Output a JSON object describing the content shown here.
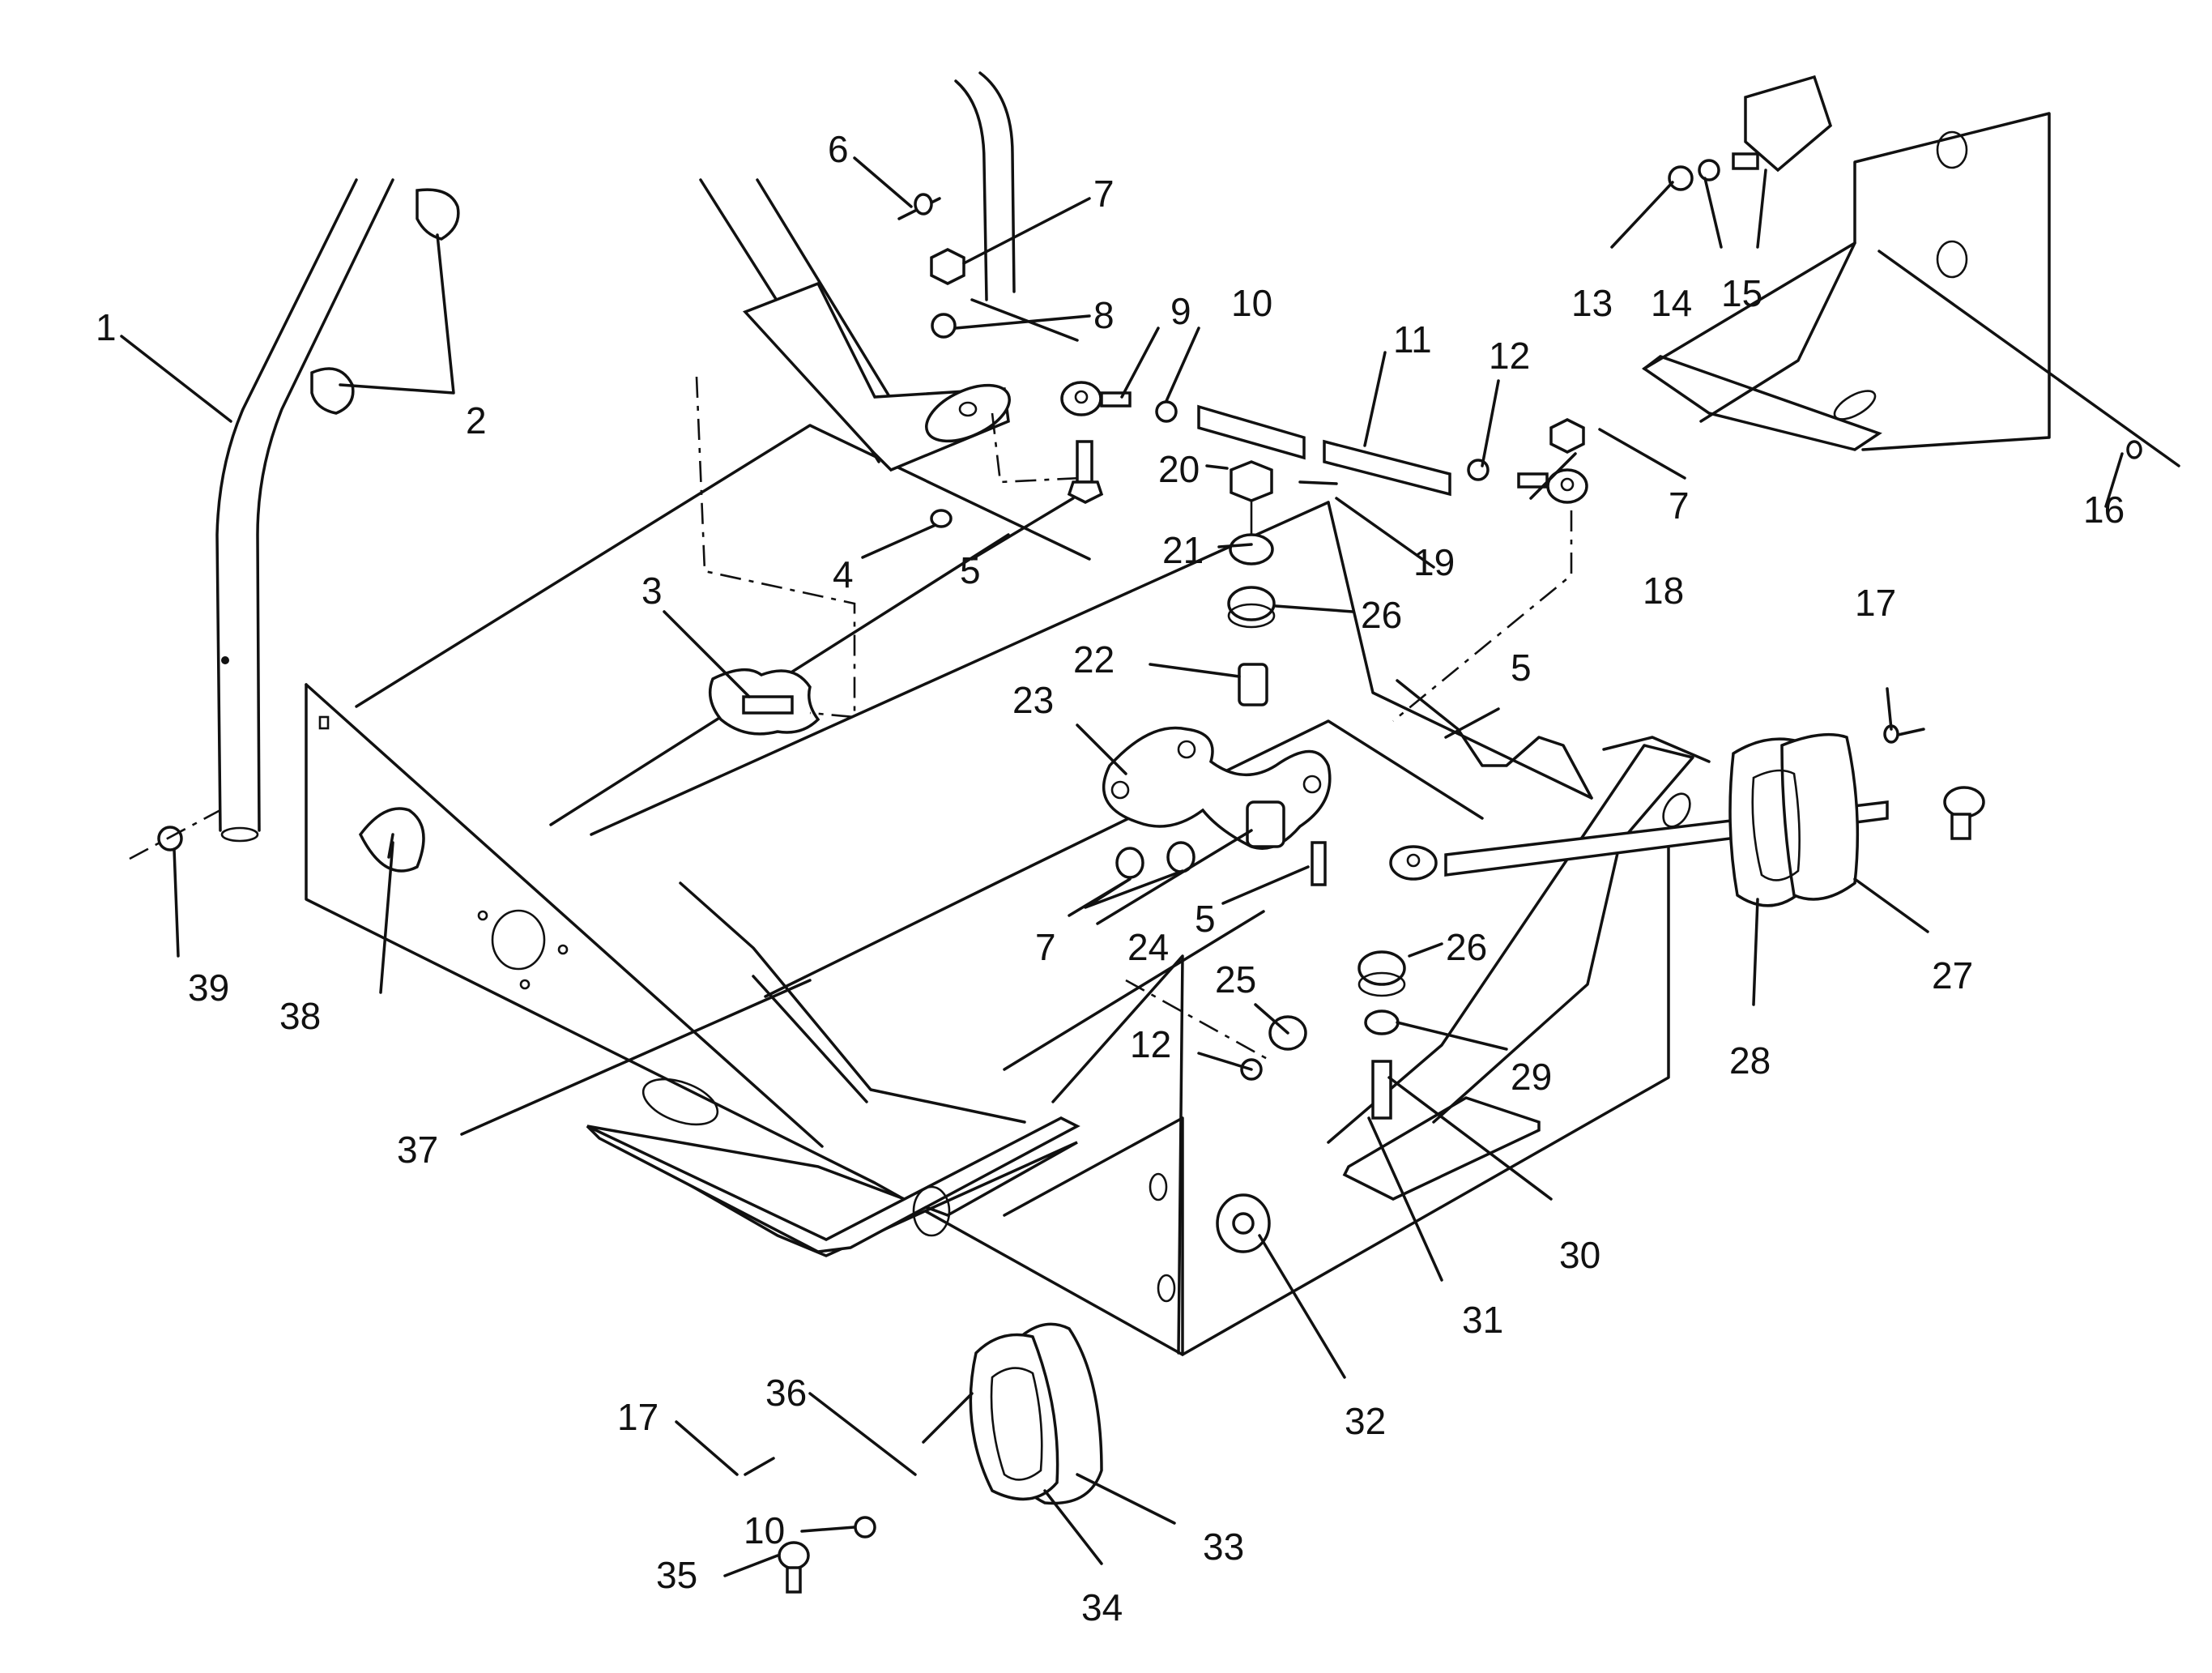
{
  "diagram": {
    "type": "exploded-parts-view",
    "background": "#ffffff",
    "line_color": "#111111",
    "callouts": [
      {
        "id": "c1",
        "label": "1"
      },
      {
        "id": "c2",
        "label": "2"
      },
      {
        "id": "c3",
        "label": "3"
      },
      {
        "id": "c4",
        "label": "4"
      },
      {
        "id": "c5a",
        "label": "5"
      },
      {
        "id": "c5b",
        "label": "5"
      },
      {
        "id": "c5c",
        "label": "5"
      },
      {
        "id": "c6",
        "label": "6"
      },
      {
        "id": "c7a",
        "label": "7"
      },
      {
        "id": "c7b",
        "label": "7"
      },
      {
        "id": "c7c",
        "label": "7"
      },
      {
        "id": "c8",
        "label": "8"
      },
      {
        "id": "c9",
        "label": "9"
      },
      {
        "id": "c10a",
        "label": "10"
      },
      {
        "id": "c10b",
        "label": "10"
      },
      {
        "id": "c11",
        "label": "11"
      },
      {
        "id": "c12a",
        "label": "12"
      },
      {
        "id": "c12b",
        "label": "12"
      },
      {
        "id": "c13",
        "label": "13"
      },
      {
        "id": "c14",
        "label": "14"
      },
      {
        "id": "c15",
        "label": "15"
      },
      {
        "id": "c16",
        "label": "16"
      },
      {
        "id": "c17a",
        "label": "17"
      },
      {
        "id": "c17b",
        "label": "17"
      },
      {
        "id": "c18",
        "label": "18"
      },
      {
        "id": "c19",
        "label": "19"
      },
      {
        "id": "c20",
        "label": "20"
      },
      {
        "id": "c21",
        "label": "21"
      },
      {
        "id": "c22",
        "label": "22"
      },
      {
        "id": "c23",
        "label": "23"
      },
      {
        "id": "c24",
        "label": "24"
      },
      {
        "id": "c25",
        "label": "25"
      },
      {
        "id": "c26a",
        "label": "26"
      },
      {
        "id": "c26b",
        "label": "26"
      },
      {
        "id": "c27",
        "label": "27"
      },
      {
        "id": "c28",
        "label": "28"
      },
      {
        "id": "c29",
        "label": "29"
      },
      {
        "id": "c30",
        "label": "30"
      },
      {
        "id": "c31",
        "label": "31"
      },
      {
        "id": "c32",
        "label": "32"
      },
      {
        "id": "c33",
        "label": "33"
      },
      {
        "id": "c34",
        "label": "34"
      },
      {
        "id": "c35",
        "label": "35"
      },
      {
        "id": "c36",
        "label": "36"
      },
      {
        "id": "c37",
        "label": "37"
      },
      {
        "id": "c38",
        "label": "38"
      },
      {
        "id": "c39",
        "label": "39"
      }
    ]
  }
}
